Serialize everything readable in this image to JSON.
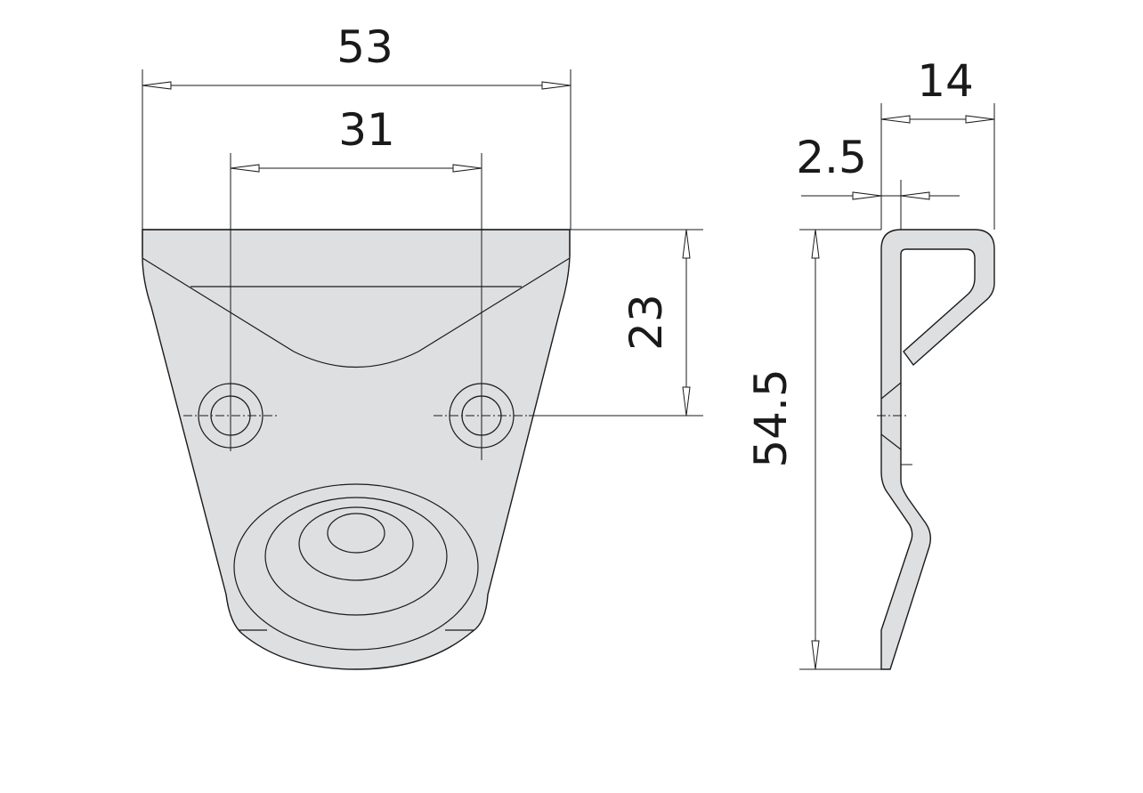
{
  "dimensions": {
    "front_width": "53",
    "hole_spacing": "31",
    "hole_height": "23",
    "side_height": "54.5",
    "side_depth": "14",
    "thickness": "2.5"
  },
  "colors": {
    "part_fill": "#dedfe1",
    "line": "#1a1a1a"
  }
}
